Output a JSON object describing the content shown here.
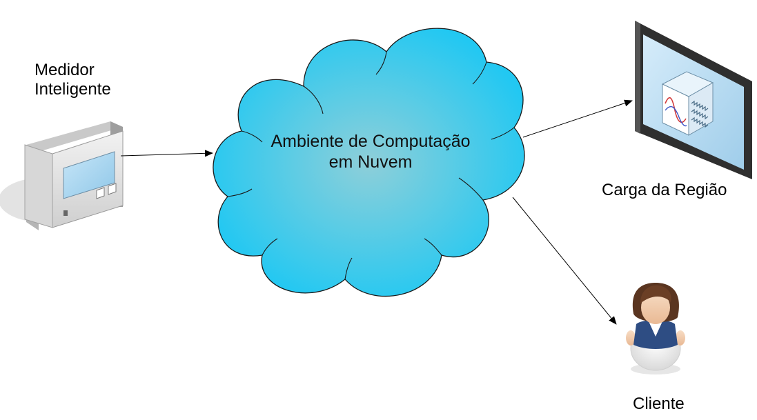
{
  "nodes": {
    "smart_meter": {
      "label_line1": "Medidor",
      "label_line2": "Inteligente"
    },
    "cloud": {
      "label_line1": "Ambiente de Computação",
      "label_line2": "em Nuvem"
    },
    "region_load": {
      "label": "Carga da Região"
    },
    "client": {
      "label": "Cliente"
    }
  },
  "edges": [
    {
      "from": "smart_meter",
      "to": "cloud"
    },
    {
      "from": "cloud",
      "to": "region_load"
    },
    {
      "from": "cloud",
      "to": "client"
    }
  ],
  "colors": {
    "cloud_center": "#8ecfd9",
    "cloud_edge": "#22c8f2",
    "arrow": "#000000",
    "monitor_frame": "#3a3a3a",
    "monitor_screen": "#b9dcf2",
    "meter_body": "#e6e6e6",
    "meter_screen": "#a9d6f0",
    "client_vest": "#2e4d83",
    "client_hair": "#5a3520"
  },
  "icons": [
    "smart-meter-icon",
    "cloud-icon",
    "monitor-display-icon",
    "person-icon"
  ]
}
